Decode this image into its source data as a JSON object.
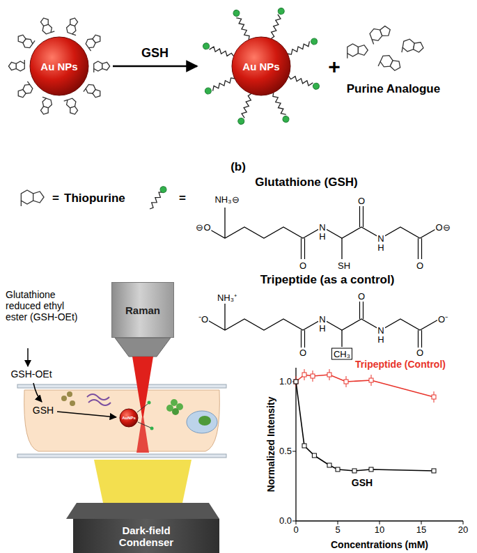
{
  "diagram": {
    "nodes": [
      {
        "text": [
          "Au NPs"
        ]
      },
      {
        "text": [
          "Au NPs"
        ]
      },
      {
        "text": [
          "Raman"
        ]
      },
      {
        "text": [
          "AuNPs"
        ]
      },
      {
        "text": [
          "Dark-field Condenser"
        ]
      }
    ],
    "edges": [
      {
        "from": 0,
        "to": 1,
        "arrow": "to",
        "label": "GSH"
      }
    ],
    "labels": [
      "Purine Analogue",
      "+",
      "(b)",
      "=",
      "=",
      "Glutathione (GSH)",
      "NH₃⊖",
      "⊖O",
      "O",
      "N H",
      "SH",
      "O",
      "N H",
      "O",
      "O⊖",
      "Tripeptide (as a control)",
      "NH₃⁺",
      "⁻O",
      "O",
      "N H",
      "CH₃",
      "O",
      "N H",
      "O",
      "O⁻",
      "Glutathione reduced ethyl ester (GSH-OEt)",
      "GSH-OEt",
      "GSH",
      "Normalized Intensity",
      "Concentrations (mM)",
      "0.0",
      "0.5",
      "1.0",
      "0",
      "5",
      "10",
      "15",
      "20",
      "Tripeptide (Control)",
      "GSH"
    ],
    "legend": [
      {
        "text": "Thiopurine"
      }
    ]
  }
}
